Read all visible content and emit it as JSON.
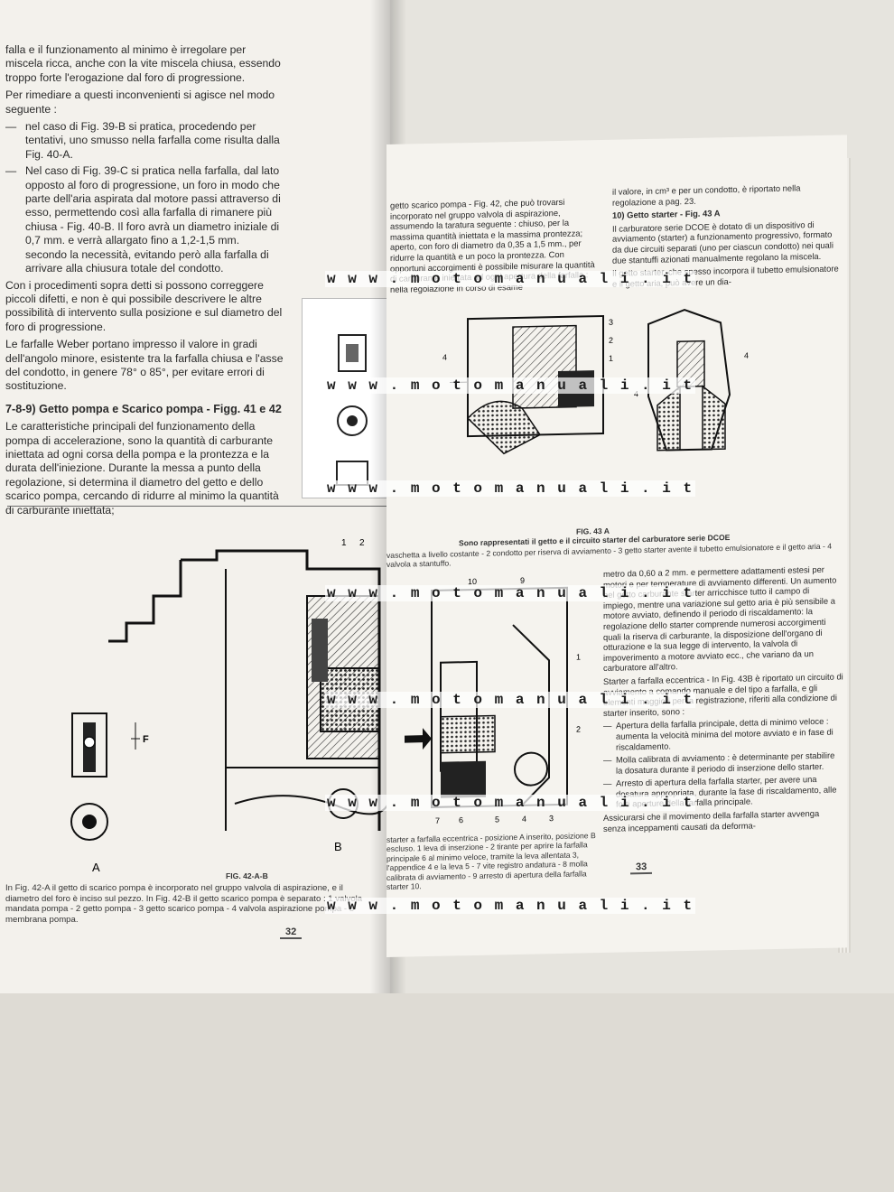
{
  "left_page": {
    "para1": "falla e il funzionamento al minimo è irregolare per miscela ricca, anche con la vite miscela chiusa, essendo troppo forte l'erogazione dal foro di progressione.",
    "para2": "Per rimediare a questi inconvenienti si agisce nel modo seguente :",
    "bullets": [
      "nel caso di Fig. 39-B si pratica, procedendo per tentativi, uno smusso nella farfalla come risulta dalla Fig. 40-A.",
      "Nel caso di Fig. 39-C si pratica nella farfalla, dal lato opposto al foro di progressione, un foro in modo che parte dell'aria aspirata dal motore passi attraverso di esso, permettendo così alla farfalla di rimanere più chiusa - Fig. 40-B. Il foro avrà un diametro iniziale di 0,7 mm. e verrà allargato fino a 1,2-1,5 mm. secondo la necessità, evitando però alla farfalla di arrivare alla chiusura totale del condotto."
    ],
    "para3": "Con i procedimenti sopra detti si possono correggere piccoli difetti, e non è qui possibile descrivere le altre possibilità di intervento sulla posizione e sul diametro del foro di progressione.",
    "para4": "Le farfalle Weber portano impresso il valore in gradi dell'angolo minore, esistente tra la farfalla chiusa e l'asse del condotto, in genere 78° o 85°, per evitare errori di sostituzione.",
    "section_heading": "7-8-9) Getto pompa e Scarico pompa - Figg. 41 e 42",
    "para5": "Le caratteristiche principali del funzionamento della pompa di accelerazione, sono la quantità di carburante iniettata ad ogni corsa della pompa e la prontezza e la durata dell'iniezione. Durante la messa a punto della regolazione, si determina il diametro del getto e dello scarico pompa, cercando di ridurre al minimo la quantità di carburante iniettata;",
    "fig_label": "FIG. 42-A-B",
    "fig_letter_a": "A",
    "fig_letter_b": "B",
    "fig_letter_f": "F",
    "fig_num_1": "1",
    "fig_num_2": "2",
    "caption": "In Fig. 42-A il getto di scarico pompa è incorporato nel gruppo valvola di aspirazione, e il diametro del foro è inciso sul pezzo. In Fig. 42-B il getto scarico pompa è separato : 1 valvola mandata pompa - 2 getto pompa - 3 getto scarico pompa - 4 valvola aspirazione pompa - 5 membrana pompa.",
    "page_number": "32"
  },
  "right_page": {
    "col_a": "getto scarico pompa - Fig. 42, che può trovarsi incorporato nel gruppo valvola di aspirazione, assumendo la taratura seguente : chiuso, per la massima quantità iniettata e la massima prontezza; aperto, con foro di diametro da 0,35 a 1,5 mm., per ridurre la quantità e un poco la prontezza. Con opportuni accorgimenti è possibile misurare la quantità di carburante iniettata ad ogni apertura della farfalla : nella regolazione in corso di esame",
    "col_b_1": "il valore, in cm³ e per un condotto, è riportato nella regolazione a pag. 23.",
    "col_b_heading": "10) Getto starter - Fig. 43 A",
    "col_b_2": "Il carburatore serie DCOE è dotato di un dispositivo di avviamento (starter) a funzionamento progressivo, formato da due circuiti separati (uno per ciascun condotto) nei quali due stantuffi azionati manualmente regolano la miscela.",
    "col_b_3": "Il getto starter, che spesso incorpora il tubetto emulsionatore e il getto aria, può avere un dia-",
    "fig43a_label": "FIG. 43 A",
    "fig43a_caption": "Sono rappresentati il getto e il circuito starter del carburatore serie DCOE",
    "fig43a_caption2": "vaschetta a livello costante - 2 condotto per riserva di avviamento - 3 getto starter avente il tubetto emulsionatore e il getto aria - 4 valvola a stantuffo.",
    "fig_nums_43a": [
      "4",
      "3",
      "2",
      "1",
      "4",
      "4"
    ],
    "fig43b_caption": "starter a farfalla eccentrica - posizione A inserito, posizione B escluso. 1 leva di inserzione - 2 tirante per aprire la farfalla principale 6 al minimo veloce, tramite la leva allentata 3, l'appendice 4 e la leva 5 - 7 vite registro andatura - 8 molla calibrata di avviamento - 9 arresto di apertura della farfalla starter 10.",
    "fig_nums_43b": [
      "10",
      "9",
      "1",
      "2",
      "7",
      "6",
      "5",
      "4",
      "3"
    ],
    "col_c_1": "metro da 0,60 a 2 mm. e permettere adattamenti estesi per motori e per temperature di avviamento differenti. Un aumento nel getto carburante starter arricchisce tutto il campo di impiego, mentre una variazione sul getto aria è più sensibile a motore avviato, definendo il periodo di riscaldamento: la regolazione dello starter comprende numerosi accorgimenti quali la riserva di carburante, la disposizione dell'organo di otturazione e la sua legge di intervento, la valvola di impoverimento a motore avviato ecc., che variano da un carburatore all'altro.",
    "col_c_heading": "Starter a farfalla eccentrica - In Fig. 43B è riportato un circuito di avviamento a comando manuale e del tipo a farfalla, e gli elementi maggiori per la registrazione, riferiti alla condizione di starter inserito, sono :",
    "col_c_bullets": [
      "Apertura della farfalla principale, detta di minimo veloce : aumenta la velocità minima del motore avviato e in fase di riscaldamento.",
      "Molla calibrata di avviamento : è determinante per stabilire la dosatura durante il periodo di inserzione dello starter.",
      "Arresto di apertura della farfalla starter, per avere una dosatura appropriata, durante la fase di riscaldamento, alle forti aperture della farfalla principale."
    ],
    "col_c_2": "Assicurarsi che il movimento della farfalla starter avvenga senza inceppamenti causati da deforma-",
    "page_number": "33"
  },
  "watermark": "w w w . m o t o m a n u a l i . i t"
}
